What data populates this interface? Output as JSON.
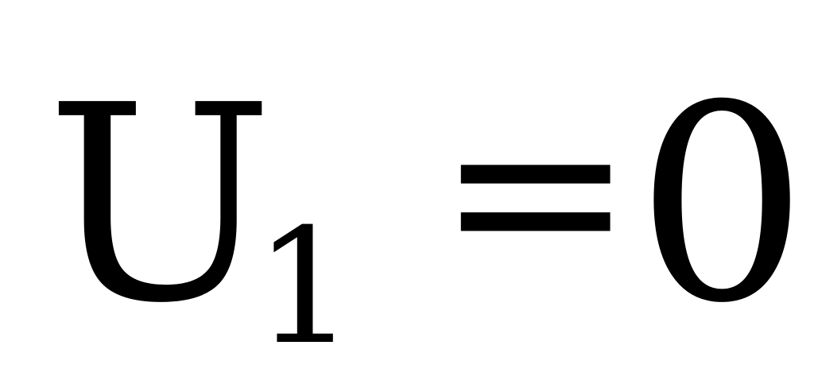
{
  "equation": {
    "variable": "U",
    "subscript": "1",
    "operator": "=",
    "value": "0"
  },
  "colors": {
    "text": "#000000",
    "background": "#ffffff"
  }
}
